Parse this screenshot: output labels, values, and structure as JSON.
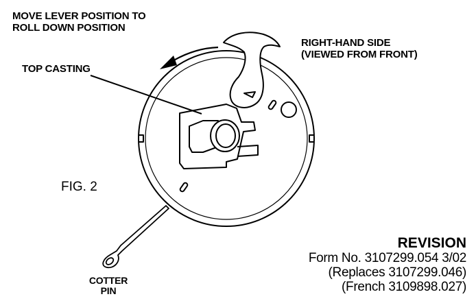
{
  "labels": {
    "move_lever": [
      "MOVE LEVER POSITION TO",
      "ROLL DOWN POSITION"
    ],
    "right_hand_side": [
      "RIGHT-HAND SIDE",
      "(VIEWED FROM FRONT)"
    ],
    "top_casting": "TOP CASTING",
    "cotter_pin": [
      "COTTER",
      "PIN"
    ],
    "figure": "FIG. 2"
  },
  "revision": {
    "heading": "REVISION",
    "form_no": "Form No. 3107299.054  3/02",
    "replaces": "(Replaces 3107299.046)",
    "french": "(French 3109898.027)"
  }
}
